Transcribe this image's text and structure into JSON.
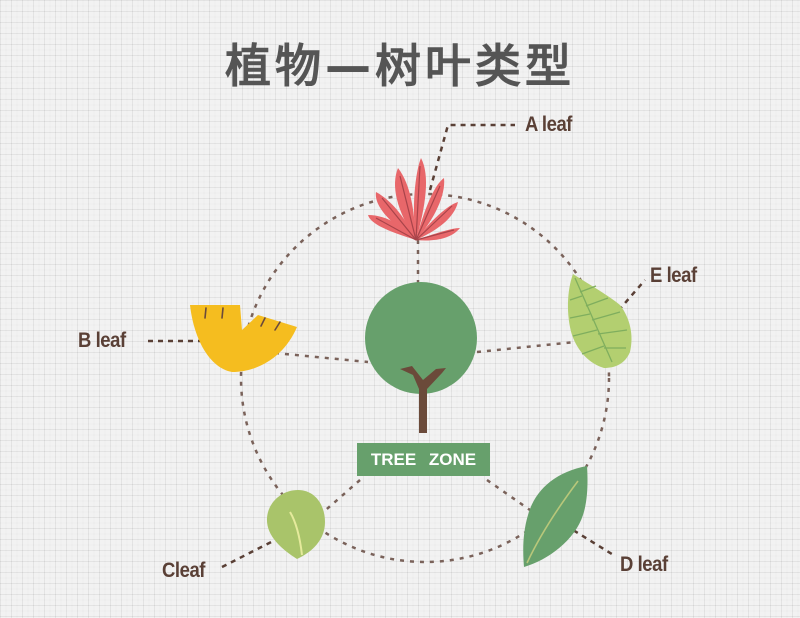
{
  "title": "植物—树叶类型",
  "center": {
    "badge": "TREE  ZONE"
  },
  "leaves": [
    {
      "id": "A",
      "label": "A leaf",
      "color": "#e8676a",
      "shape": "maple-spiky"
    },
    {
      "id": "B",
      "label": "B leaf",
      "color": "#f5bd1f",
      "shape": "ginkgo-fan"
    },
    {
      "id": "C",
      "label": "Cleaf",
      "color": "#a9c46a",
      "shape": "round"
    },
    {
      "id": "D",
      "label": "D leaf",
      "color": "#67a06c",
      "shape": "lanceolate"
    },
    {
      "id": "E",
      "label": "E leaf",
      "color": "#b3cf70",
      "shape": "serrated-ovate"
    }
  ],
  "colors": {
    "tree_crown": "#67a06c",
    "tree_trunk": "#6b4a3a",
    "dashed_line": "#7a625a",
    "label_text": "#5a4036",
    "title_text": "#555555"
  }
}
